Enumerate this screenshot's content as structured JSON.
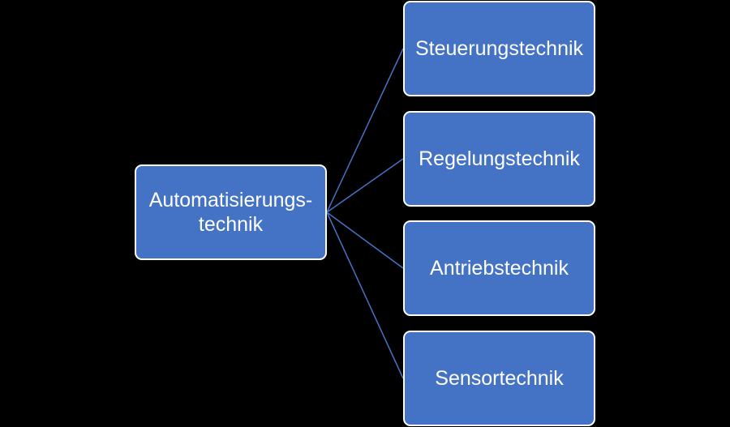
{
  "diagram": {
    "root": {
      "label": "Automatisierungs-\ntechnik"
    },
    "children": [
      {
        "label": "Steuerungstechnik"
      },
      {
        "label": "Regelungstechnik"
      },
      {
        "label": "Antriebstechnik"
      },
      {
        "label": "Sensortechnik"
      }
    ]
  },
  "colors": {
    "background": "#000000",
    "node_fill": "#4472C4",
    "node_border": "#FFFFFF",
    "connector": "#4472C4",
    "text": "#FFFFFF"
  }
}
